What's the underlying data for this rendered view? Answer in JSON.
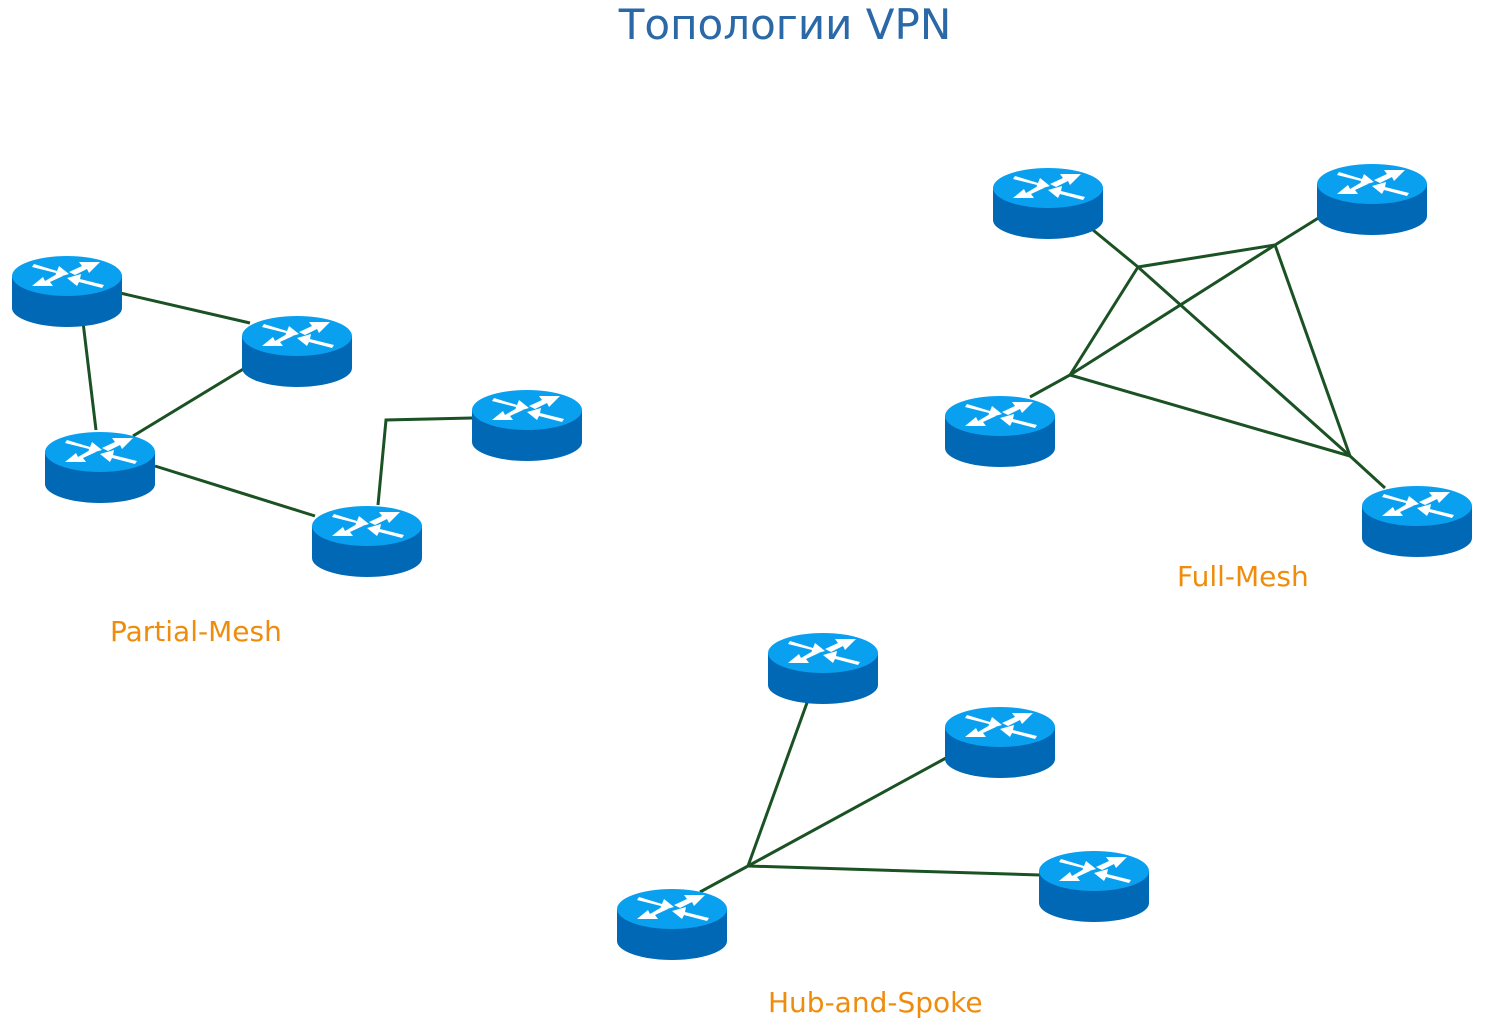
{
  "title": "Топологии VPN",
  "topologies": [
    {
      "label": "Partial-Mesh",
      "routers": 5
    },
    {
      "label": "Full-Mesh",
      "routers": 4
    },
    {
      "label": "Hub-and-Spoke",
      "routers": 4
    }
  ],
  "colors": {
    "title": "#2a68a8",
    "label": "#ef8c0c",
    "link": "#1a5224",
    "router_top": "#0aa0f0",
    "router_body": "#0068b4"
  },
  "icons": {
    "router": "router-icon"
  }
}
